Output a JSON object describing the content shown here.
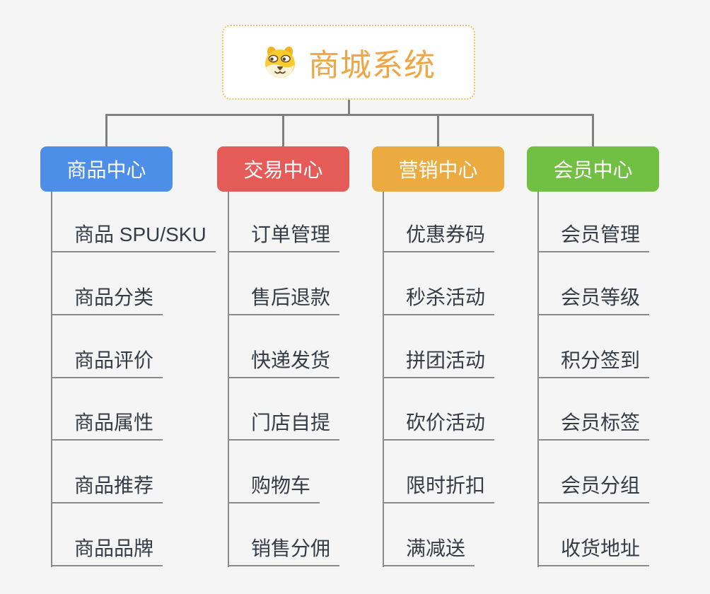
{
  "theme": {
    "canvas_bg": "#f5f5f5",
    "connector_color": "#7f7f7f",
    "leaf_line_color": "#8a8a8a",
    "leaf_text_color": "#363c46",
    "branch_text_color": "#ffffff",
    "root_bg": "#ffffff",
    "root_border_color": "#eec06d",
    "root_text_color": "#f0a644"
  },
  "root": {
    "title": "商城系统",
    "icon": "dog-face-icon"
  },
  "branches": [
    {
      "label": "商品中心",
      "color": "#4c8ee8",
      "items": [
        "商品 SPU/SKU",
        "商品分类",
        "商品评价",
        "商品属性",
        "商品推荐",
        "商品品牌"
      ]
    },
    {
      "label": "交易中心",
      "color": "#e55b58",
      "items": [
        "订单管理",
        "售后退款",
        "快递发货",
        "门店自提",
        "购物车",
        "销售分佣"
      ]
    },
    {
      "label": "营销中心",
      "color": "#ebab40",
      "items": [
        "优惠券码",
        "秒杀活动",
        "拼团活动",
        "砍价活动",
        "限时折扣",
        "满减送"
      ]
    },
    {
      "label": "会员中心",
      "color": "#72c043",
      "items": [
        "会员管理",
        "会员等级",
        "积分签到",
        "会员标签",
        "会员分组",
        "收货地址"
      ]
    }
  ]
}
